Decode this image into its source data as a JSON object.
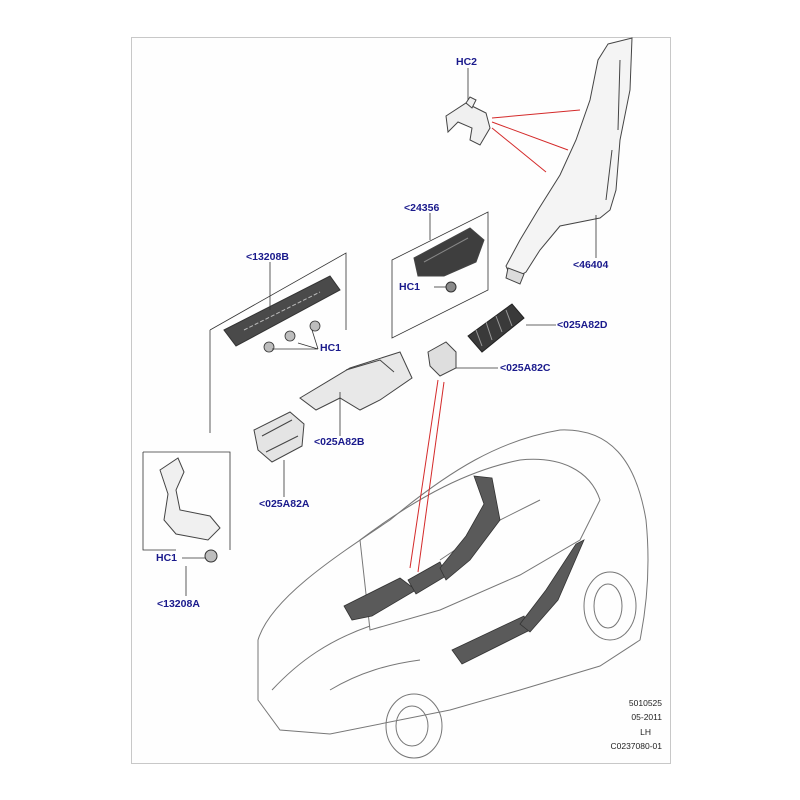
{
  "colors": {
    "label": "#1a1a8c",
    "leader": "#d42a2a",
    "part": "#555555"
  },
  "labels": {
    "hc2": "HC2",
    "p24356": "<24356",
    "p13208b": "<13208B",
    "hc1_right": "HC1",
    "p46404": "<46404",
    "hc1_mid": "HC1",
    "p025a82d": "<025A82D",
    "p025a82c": "<025A82C",
    "p025a82b": "<025A82B",
    "p025a82a": "<025A82A",
    "hc1_left": "HC1",
    "p13208a": "<13208A"
  },
  "meta": {
    "line1": "5010525",
    "line2": "05-2011",
    "line3": "LH",
    "line4": "C0237080-01"
  }
}
